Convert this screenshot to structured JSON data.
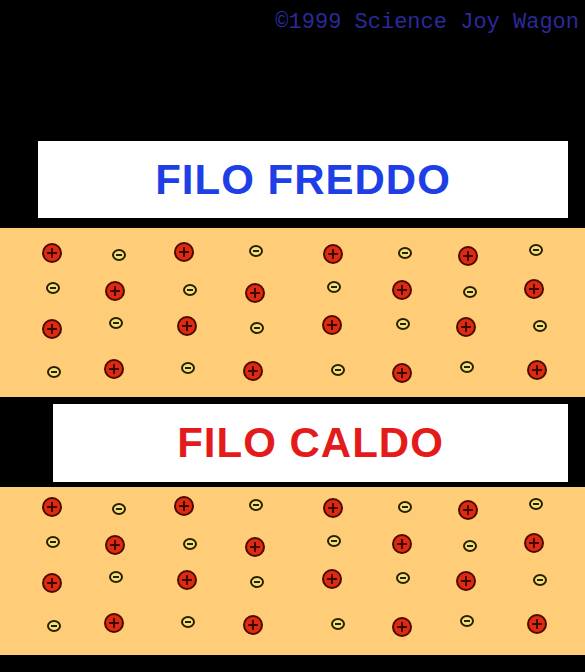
{
  "diagram": {
    "nodes": [
      {
        "text": [
          "FILO FREDDO"
        ]
      },
      {
        "text": [
          "FILO CALDO"
        ]
      }
    ],
    "labels": [
      "©1999 Science Joy Wagon"
    ]
  }
}
